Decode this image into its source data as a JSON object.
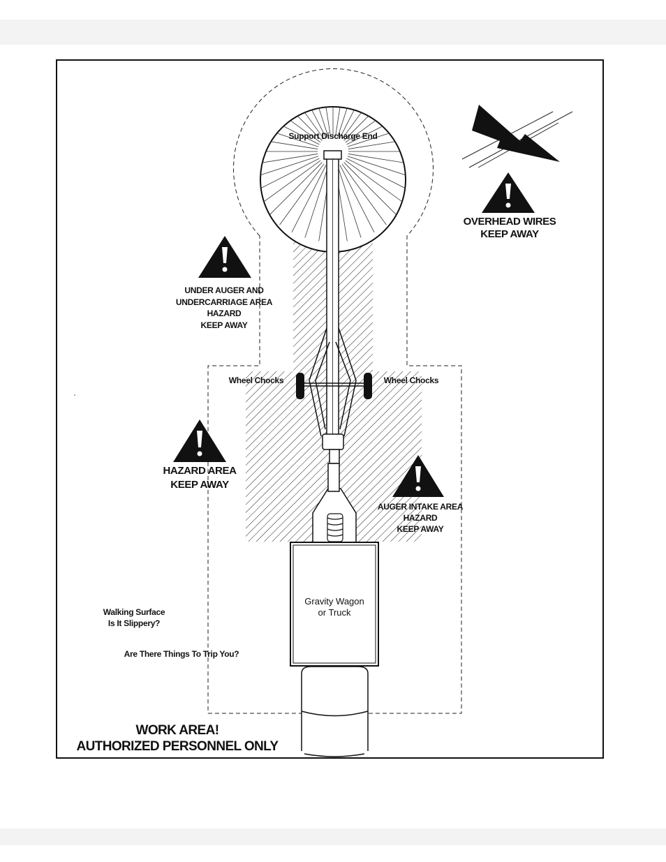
{
  "labels": {
    "support_discharge": "Support Discharge End",
    "overhead_wires": "OVERHEAD WIRES\nKEEP AWAY",
    "under_auger": "UNDER AUGER AND\nUNDERCARRIAGE AREA\nHAZARD\nKEEP AWAY",
    "wheel_chocks_left": "Wheel Chocks",
    "wheel_chocks_right": "Wheel Chocks",
    "hazard_area": "HAZARD AREA\nKEEP AWAY",
    "auger_intake": "AUGER INTAKE AREA\nHAZARD\nKEEP AWAY",
    "gravity_wagon": "Gravity Wagon\nor Truck",
    "walking_surface": "Walking Surface\nIs It Slippery?",
    "trip_hazard": "Are There Things To Trip You?",
    "work_area": "WORK AREA!\nAUTHORIZED PERSONNEL ONLY"
  },
  "icons": {
    "warning": "warning-triangle-exclamation",
    "lightning": "lightning-bolt",
    "truck": "gravity-wagon-truck"
  },
  "colors": {
    "ink": "#111111",
    "background": "#ffffff"
  }
}
